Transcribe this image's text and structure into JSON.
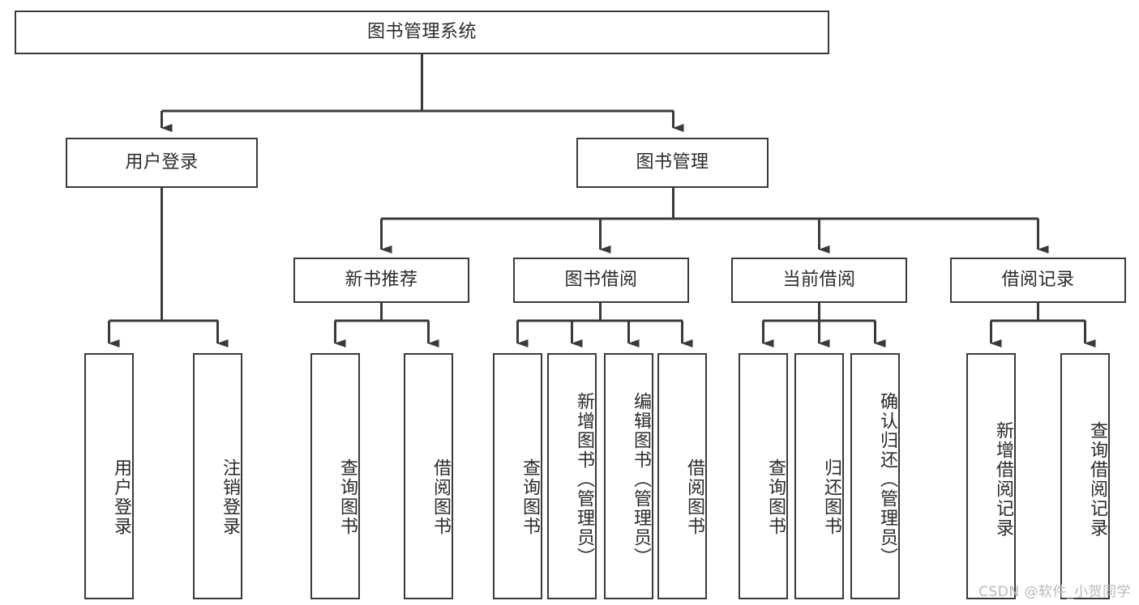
{
  "diagram": {
    "type": "tree",
    "title": "图书管理系统",
    "orientation": "top-down",
    "watermark": "CSDN @软件_小贺同学",
    "colors": {
      "stroke": "#3a3a3a",
      "text": "#2b2b2b",
      "background": "#ffffff",
      "watermark": "#b9b9b9"
    },
    "nodes": {
      "root": {
        "label": "图书管理系统"
      },
      "level2": [
        {
          "id": "user-login",
          "label": "用户登录"
        },
        {
          "id": "book-management",
          "label": "图书管理"
        }
      ],
      "level3": [
        {
          "id": "new-book-recommend",
          "label": "新书推荐"
        },
        {
          "id": "book-borrow",
          "label": "图书借阅"
        },
        {
          "id": "current-borrow",
          "label": "当前借阅"
        },
        {
          "id": "borrow-record",
          "label": "借阅记录"
        }
      ],
      "leaves": {
        "user_login": [
          {
            "id": "leaf-user-login",
            "label": "用户登录"
          },
          {
            "id": "leaf-logout",
            "label": "注销登录"
          }
        ],
        "new_book_recommend": [
          {
            "id": "leaf-query-book-1",
            "label": "查询图书"
          },
          {
            "id": "leaf-borrow-book-1",
            "label": "借阅图书"
          }
        ],
        "book_borrow": [
          {
            "id": "leaf-query-book-2",
            "label": "查询图书"
          },
          {
            "id": "leaf-add-book",
            "label": "新增图书（管理员）"
          },
          {
            "id": "leaf-edit-book",
            "label": "编辑图书（管理员）"
          },
          {
            "id": "leaf-borrow-book-2",
            "label": "借阅图书"
          }
        ],
        "current_borrow": [
          {
            "id": "leaf-query-book-3",
            "label": "查询图书"
          },
          {
            "id": "leaf-return-book",
            "label": "归还图书"
          },
          {
            "id": "leaf-confirm-return",
            "label": "确认归还（管理员）"
          }
        ],
        "borrow_record": [
          {
            "id": "leaf-add-record",
            "label": "新增借阅记录"
          },
          {
            "id": "leaf-query-record",
            "label": "查询借阅记录"
          }
        ]
      }
    }
  }
}
